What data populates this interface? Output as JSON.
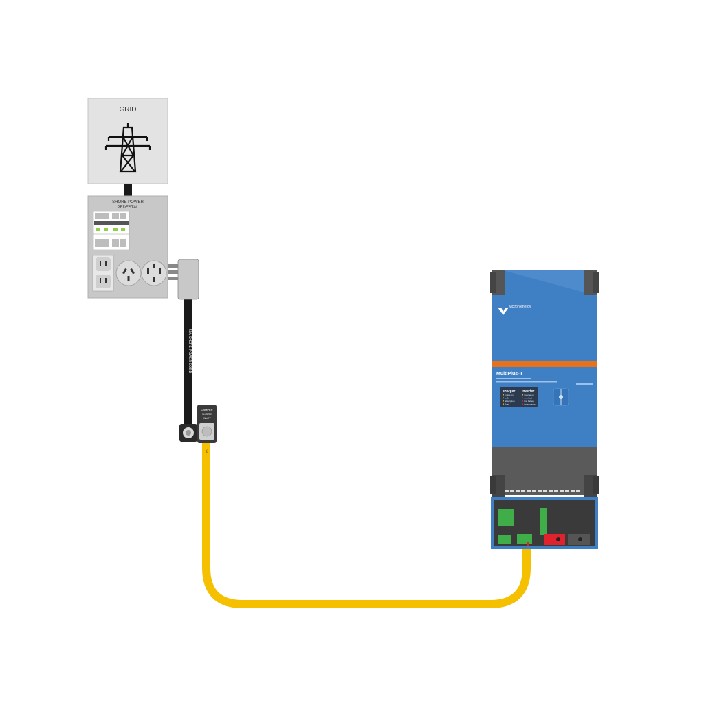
{
  "grid": {
    "label": "GRID"
  },
  "pedestal": {
    "label_line1": "SHORE POWER",
    "label_line2": "PEDESTAL"
  },
  "shore_cord": {
    "label": "50A SHORE POWER CORD"
  },
  "adapter": {
    "line1": "CAMPER",
    "line2": "SHORE",
    "line3": "INLET"
  },
  "camper_cable": {
    "label": "6/4"
  },
  "inverter": {
    "brand": "victron energy",
    "model": "MultiPlus-II",
    "charger_title": "charger",
    "inverter_title": "inverter",
    "charger_leds": [
      "mains on",
      "bulk",
      "absorption",
      "float"
    ],
    "inverter_leds": [
      "inverter on",
      "overload",
      "low battery",
      "temperature"
    ],
    "colors": {
      "body": "#3f7fc4",
      "stripe": "#e8721c",
      "dark": "#5a5a5a"
    }
  },
  "cable_colors": {
    "shore": "#1a1a1a",
    "camper": "#f5c000"
  }
}
